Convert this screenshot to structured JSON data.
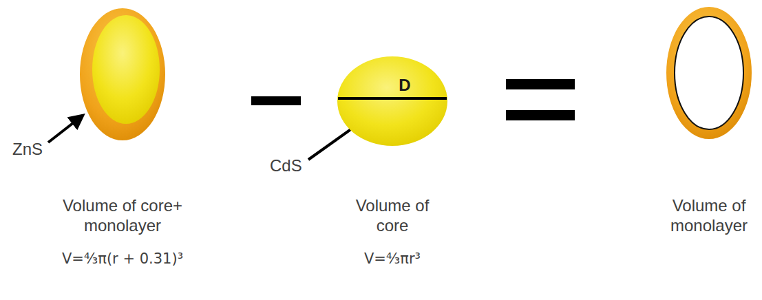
{
  "diagram": {
    "nodes": [
      {
        "text": [
          "D"
        ]
      }
    ],
    "labels": [
      "ZnS",
      "Volume of core+ monolayer",
      "V=⁴⁄₃π(r + 0.31)³",
      "CdS",
      "Volume of core",
      "V=⁴⁄₃πr³",
      "Volume of monolayer"
    ]
  }
}
